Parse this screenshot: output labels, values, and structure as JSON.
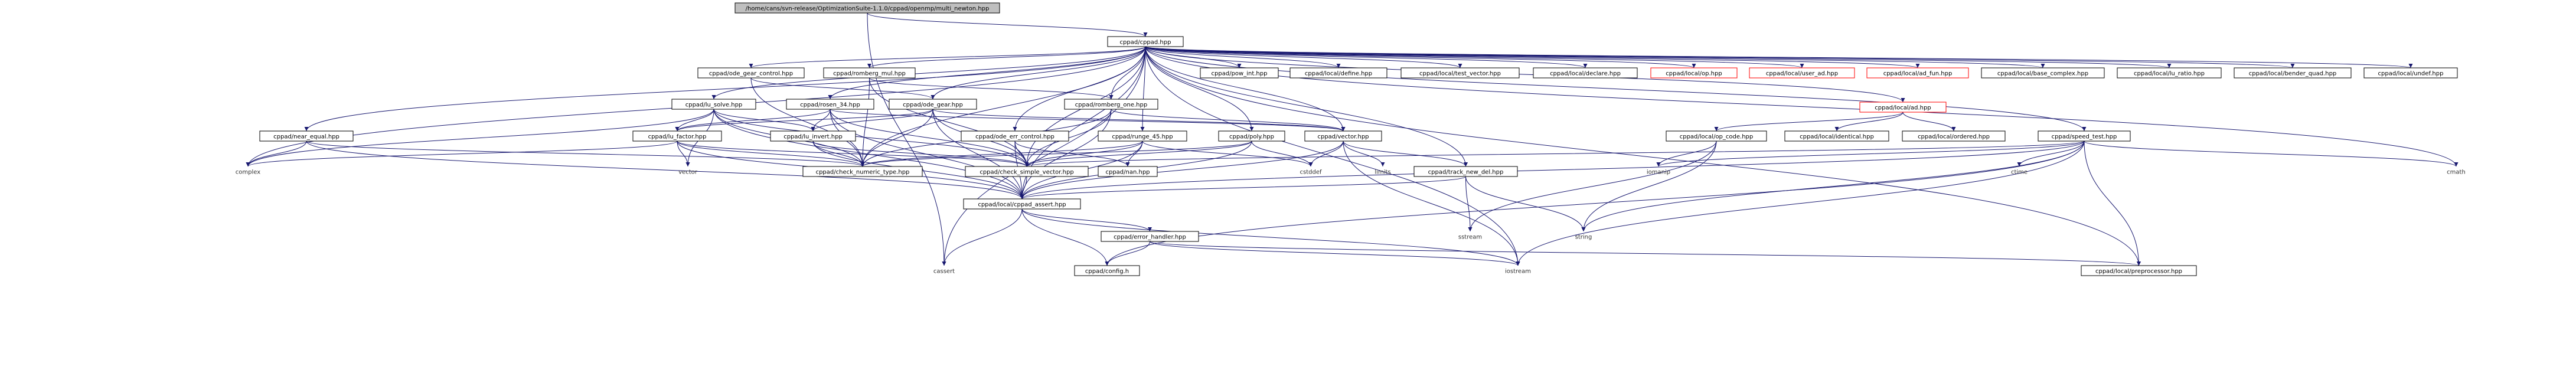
{
  "graph": {
    "edge_color": "#191970",
    "box_border": "#000000",
    "missing_border": "#ff0000",
    "root_fill": "#bfbfbf",
    "nodes": [
      {
        "id": "n0",
        "label": "/home/cans/svn-release/OptimizationSuite-1.1.0/cppad/openmp/multi_newton.hpp",
        "style": "root"
      },
      {
        "id": "n1",
        "label": "cppad/cppad.hpp",
        "style": "box"
      },
      {
        "id": "n2",
        "label": "cppad/ode_gear_control.hpp",
        "style": "box"
      },
      {
        "id": "n3",
        "label": "cppad/romberg_mul.hpp",
        "style": "box"
      },
      {
        "id": "n4",
        "label": "cppad/pow_int.hpp",
        "style": "box"
      },
      {
        "id": "n5",
        "label": "cppad/local/define.hpp",
        "style": "box"
      },
      {
        "id": "n6",
        "label": "cppad/local/test_vector.hpp",
        "style": "box"
      },
      {
        "id": "n7",
        "label": "cppad/local/declare.hpp",
        "style": "box"
      },
      {
        "id": "n8",
        "label": "cppad/local/op.hpp",
        "style": "red"
      },
      {
        "id": "n9",
        "label": "cppad/local/user_ad.hpp",
        "style": "red"
      },
      {
        "id": "n10",
        "label": "cppad/local/ad_fun.hpp",
        "style": "red"
      },
      {
        "id": "n11",
        "label": "cppad/local/base_complex.hpp",
        "style": "box"
      },
      {
        "id": "n12",
        "label": "cppad/local/lu_ratio.hpp",
        "style": "box"
      },
      {
        "id": "n13",
        "label": "cppad/local/bender_quad.hpp",
        "style": "box"
      },
      {
        "id": "n14",
        "label": "cppad/local/undef.hpp",
        "style": "box"
      },
      {
        "id": "n15",
        "label": "cppad/lu_solve.hpp",
        "style": "box"
      },
      {
        "id": "n16",
        "label": "cppad/rosen_34.hpp",
        "style": "box"
      },
      {
        "id": "n17",
        "label": "cppad/ode_gear.hpp",
        "style": "box"
      },
      {
        "id": "n18",
        "label": "cppad/romberg_one.hpp",
        "style": "box"
      },
      {
        "id": "n19",
        "label": "cppad/local/ad.hpp",
        "style": "red"
      },
      {
        "id": "n20",
        "label": "cppad/near_equal.hpp",
        "style": "box"
      },
      {
        "id": "n21",
        "label": "cppad/lu_factor.hpp",
        "style": "box"
      },
      {
        "id": "n22",
        "label": "cppad/lu_invert.hpp",
        "style": "box"
      },
      {
        "id": "n23",
        "label": "cppad/ode_err_control.hpp",
        "style": "box"
      },
      {
        "id": "n24",
        "label": "cppad/runge_45.hpp",
        "style": "box"
      },
      {
        "id": "n25",
        "label": "cppad/poly.hpp",
        "style": "box"
      },
      {
        "id": "n26",
        "label": "cppad/vector.hpp",
        "style": "box"
      },
      {
        "id": "n27",
        "label": "cppad/local/op_code.hpp",
        "style": "box"
      },
      {
        "id": "n28",
        "label": "cppad/local/identical.hpp",
        "style": "box"
      },
      {
        "id": "n29",
        "label": "cppad/local/ordered.hpp",
        "style": "box"
      },
      {
        "id": "n30",
        "label": "cppad/speed_test.hpp",
        "style": "box"
      },
      {
        "id": "n31",
        "label": "complex",
        "style": "plain"
      },
      {
        "id": "n32",
        "label": "vector",
        "style": "plain"
      },
      {
        "id": "n33",
        "label": "cppad/check_numeric_type.hpp",
        "style": "box"
      },
      {
        "id": "n34",
        "label": "cppad/check_simple_vector.hpp",
        "style": "box"
      },
      {
        "id": "n35",
        "label": "cppad/nan.hpp",
        "style": "box"
      },
      {
        "id": "n36",
        "label": "cstddef",
        "style": "plain"
      },
      {
        "id": "n37",
        "label": "limits",
        "style": "plain"
      },
      {
        "id": "n38",
        "label": "cppad/track_new_del.hpp",
        "style": "box"
      },
      {
        "id": "n39",
        "label": "iomanip",
        "style": "plain"
      },
      {
        "id": "n40",
        "label": "ctime",
        "style": "plain"
      },
      {
        "id": "n41",
        "label": "cmath",
        "style": "plain"
      },
      {
        "id": "n42",
        "label": "cppad/local/cppad_assert.hpp",
        "style": "box"
      },
      {
        "id": "n43",
        "label": "sstream",
        "style": "plain"
      },
      {
        "id": "n44",
        "label": "string",
        "style": "plain"
      },
      {
        "id": "n45",
        "label": "cppad/error_handler.hpp",
        "style": "box"
      },
      {
        "id": "n46",
        "label": "cassert",
        "style": "plain"
      },
      {
        "id": "n47",
        "label": "cppad/config.h",
        "style": "box"
      },
      {
        "id": "n48",
        "label": "iostream",
        "style": "plain"
      },
      {
        "id": "n49",
        "label": "cppad/local/preprocessor.hpp",
        "style": "box"
      }
    ],
    "edges": [
      [
        "n0",
        "n1"
      ],
      [
        "n0",
        "n46"
      ],
      [
        "n1",
        "n2"
      ],
      [
        "n1",
        "n3"
      ],
      [
        "n1",
        "n4"
      ],
      [
        "n1",
        "n5"
      ],
      [
        "n1",
        "n6"
      ],
      [
        "n1",
        "n7"
      ],
      [
        "n1",
        "n8"
      ],
      [
        "n1",
        "n9"
      ],
      [
        "n1",
        "n10"
      ],
      [
        "n1",
        "n11"
      ],
      [
        "n1",
        "n12"
      ],
      [
        "n1",
        "n13"
      ],
      [
        "n1",
        "n14"
      ],
      [
        "n1",
        "n15"
      ],
      [
        "n1",
        "n16"
      ],
      [
        "n1",
        "n17"
      ],
      [
        "n1",
        "n18"
      ],
      [
        "n1",
        "n19"
      ],
      [
        "n1",
        "n20"
      ],
      [
        "n1",
        "n23"
      ],
      [
        "n1",
        "n24"
      ],
      [
        "n1",
        "n25"
      ],
      [
        "n1",
        "n26"
      ],
      [
        "n1",
        "n30"
      ],
      [
        "n1",
        "n31"
      ],
      [
        "n1",
        "n33"
      ],
      [
        "n1",
        "n34"
      ],
      [
        "n1",
        "n38"
      ],
      [
        "n1",
        "n41"
      ],
      [
        "n1",
        "n42"
      ],
      [
        "n1",
        "n46"
      ],
      [
        "n1",
        "n48"
      ],
      [
        "n1",
        "n49"
      ],
      [
        "n2",
        "n17"
      ],
      [
        "n2",
        "n33"
      ],
      [
        "n3",
        "n18"
      ],
      [
        "n3",
        "n33"
      ],
      [
        "n3",
        "n34"
      ],
      [
        "n15",
        "n21"
      ],
      [
        "n15",
        "n22"
      ],
      [
        "n15",
        "n31"
      ],
      [
        "n15",
        "n32"
      ],
      [
        "n15",
        "n33"
      ],
      [
        "n15",
        "n34"
      ],
      [
        "n15",
        "n42"
      ],
      [
        "n16",
        "n21"
      ],
      [
        "n16",
        "n22"
      ],
      [
        "n16",
        "n26"
      ],
      [
        "n16",
        "n33"
      ],
      [
        "n16",
        "n34"
      ],
      [
        "n16",
        "n42"
      ],
      [
        "n17",
        "n21"
      ],
      [
        "n17",
        "n22"
      ],
      [
        "n17",
        "n26"
      ],
      [
        "n17",
        "n33"
      ],
      [
        "n17",
        "n34"
      ],
      [
        "n17",
        "n42"
      ],
      [
        "n18",
        "n26"
      ],
      [
        "n18",
        "n33"
      ],
      [
        "n18",
        "n34"
      ],
      [
        "n18",
        "n42"
      ],
      [
        "n19",
        "n27"
      ],
      [
        "n19",
        "n28"
      ],
      [
        "n19",
        "n29"
      ],
      [
        "n20",
        "n31"
      ],
      [
        "n20",
        "n33"
      ],
      [
        "n20",
        "n42"
      ],
      [
        "n21",
        "n31"
      ],
      [
        "n21",
        "n32"
      ],
      [
        "n21",
        "n33"
      ],
      [
        "n21",
        "n34"
      ],
      [
        "n21",
        "n42"
      ],
      [
        "n22",
        "n33"
      ],
      [
        "n22",
        "n34"
      ],
      [
        "n22",
        "n42"
      ],
      [
        "n23",
        "n34"
      ],
      [
        "n23",
        "n35"
      ],
      [
        "n23",
        "n42"
      ],
      [
        "n24",
        "n33"
      ],
      [
        "n24",
        "n34"
      ],
      [
        "n24",
        "n35"
      ],
      [
        "n24",
        "n36"
      ],
      [
        "n24",
        "n42"
      ],
      [
        "n25",
        "n33"
      ],
      [
        "n25",
        "n34"
      ],
      [
        "n25",
        "n36"
      ],
      [
        "n25",
        "n42"
      ],
      [
        "n26",
        "n36"
      ],
      [
        "n26",
        "n37"
      ],
      [
        "n26",
        "n38"
      ],
      [
        "n26",
        "n42"
      ],
      [
        "n26",
        "n48"
      ],
      [
        "n27",
        "n39"
      ],
      [
        "n27",
        "n43"
      ],
      [
        "n27",
        "n44"
      ],
      [
        "n30",
        "n34"
      ],
      [
        "n30",
        "n39"
      ],
      [
        "n30",
        "n40"
      ],
      [
        "n30",
        "n41"
      ],
      [
        "n30",
        "n42"
      ],
      [
        "n30",
        "n44"
      ],
      [
        "n30",
        "n47"
      ],
      [
        "n30",
        "n48"
      ],
      [
        "n30",
        "n49"
      ],
      [
        "n34",
        "n42"
      ],
      [
        "n38",
        "n42"
      ],
      [
        "n38",
        "n43"
      ],
      [
        "n38",
        "n44"
      ],
      [
        "n42",
        "n45"
      ],
      [
        "n42",
        "n46"
      ],
      [
        "n42",
        "n47"
      ],
      [
        "n42",
        "n48"
      ],
      [
        "n45",
        "n47"
      ],
      [
        "n45",
        "n48"
      ],
      [
        "n45",
        "n49"
      ]
    ]
  }
}
